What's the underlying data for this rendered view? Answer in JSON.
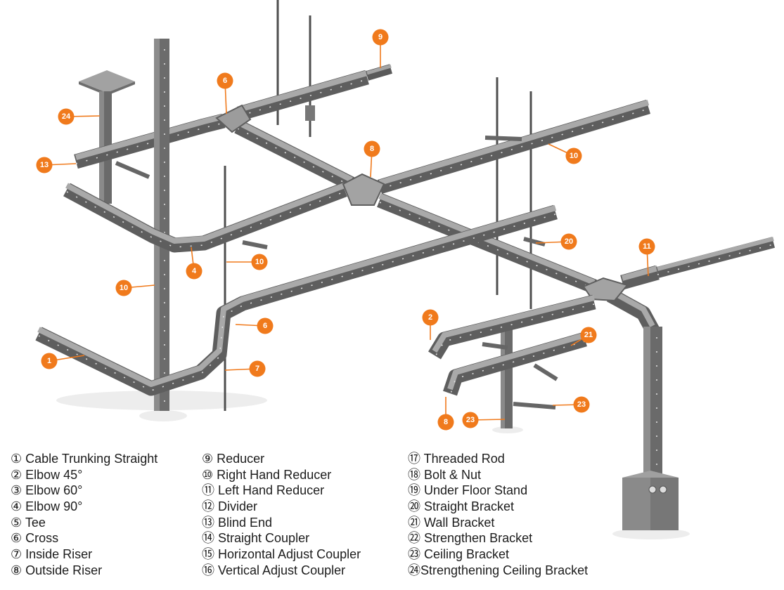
{
  "colors": {
    "callout": "#f07a1c",
    "trunking_side": "#5e5e5e",
    "trunking_top": "#a9a9a9"
  },
  "callouts": [
    {
      "label": "9"
    },
    {
      "label": "6"
    },
    {
      "label": "24"
    },
    {
      "label": "13"
    },
    {
      "label": "8"
    },
    {
      "label": "10"
    },
    {
      "label": "20"
    },
    {
      "label": "11"
    },
    {
      "label": "10"
    },
    {
      "label": "4"
    },
    {
      "label": "10"
    },
    {
      "label": "6"
    },
    {
      "label": "2"
    },
    {
      "label": "21"
    },
    {
      "label": "1"
    },
    {
      "label": "7"
    },
    {
      "label": "23"
    },
    {
      "label": "8"
    },
    {
      "label": "23"
    }
  ],
  "legend": {
    "column_1": [
      "① Cable Trunking Straight",
      "② Elbow 45°",
      "③ Elbow 60°",
      "④ Elbow 90°",
      "⑤ Tee",
      "⑥ Cross",
      "⑦ Inside Riser",
      "⑧ Outside Riser"
    ],
    "column_2": [
      "⑨ Reducer",
      "⑩ Right Hand Reducer",
      "⑪ Left Hand Reducer",
      "⑫ Divider",
      "⑬ Blind End",
      "⑭ Straight Coupler",
      "⑮ Horizontal Adjust Coupler",
      "⑯ Vertical Adjust Coupler"
    ],
    "column_3": [
      "⑰ Threaded Rod",
      "⑱ Bolt & Nut",
      "⑲ Under Floor Stand",
      "⑳ Straight Bracket",
      "㉑ Wall Bracket",
      "㉒ Strengthen Bracket",
      "㉓ Ceiling Bracket",
      "㉔Strengthening Ceiling Bracket"
    ]
  }
}
